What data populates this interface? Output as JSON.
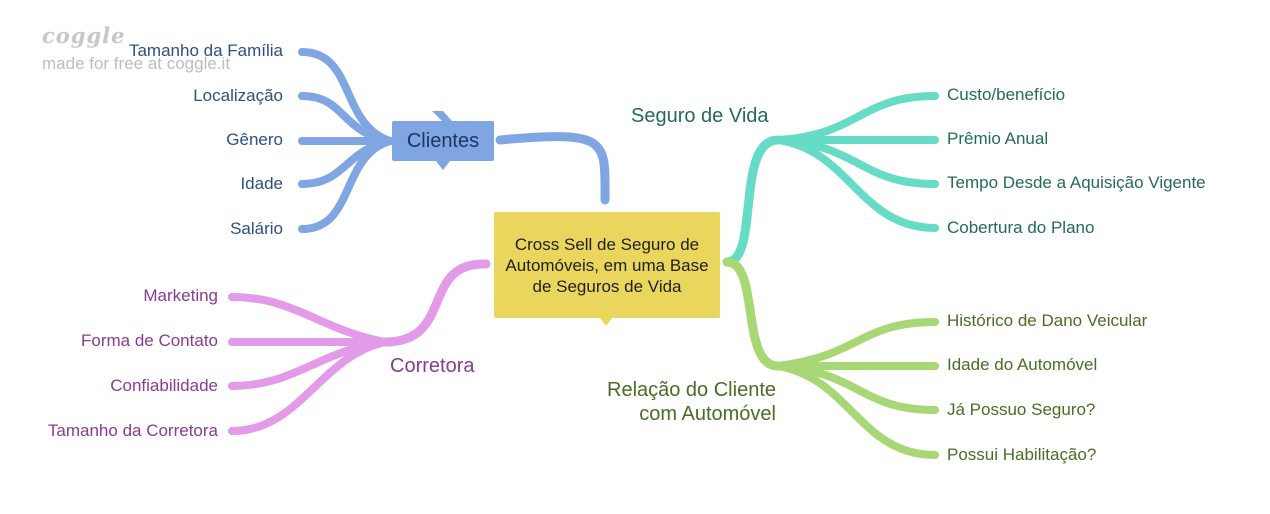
{
  "brand": {
    "logo": "coggle",
    "tagline": "made for free at coggle.it"
  },
  "center": {
    "text": "Cross Sell de Seguro de Automóveis, em uma Base de Seguros de Vida",
    "color": "#ead65c"
  },
  "branches": {
    "clientes": {
      "label": "Clientes",
      "color": "#7fa6e3",
      "items": [
        "Tamanho da Família",
        "Localização",
        "Gênero",
        "Idade",
        "Salário"
      ]
    },
    "corretora": {
      "label": "Corretora",
      "color": "#e39ae9",
      "items": [
        "Marketing",
        "Forma de Contato",
        "Confiabilidade",
        "Tamanho da Corretora"
      ]
    },
    "seguro_vida": {
      "label": "Seguro de Vida",
      "color": "#66dcc6",
      "items": [
        "Custo/benefício",
        "Prêmio Anual",
        "Tempo Desde a Aquisição Vigente",
        "Cobertura do Plano"
      ]
    },
    "relacao": {
      "label_line1": "Relação do Cliente",
      "label_line2": "com Automóvel",
      "color": "#a7d875",
      "items": [
        "Histórico de Dano Veicular",
        "Idade do Automóvel",
        "Já Possuo Seguro?",
        "Possui Habilitação?"
      ]
    }
  }
}
